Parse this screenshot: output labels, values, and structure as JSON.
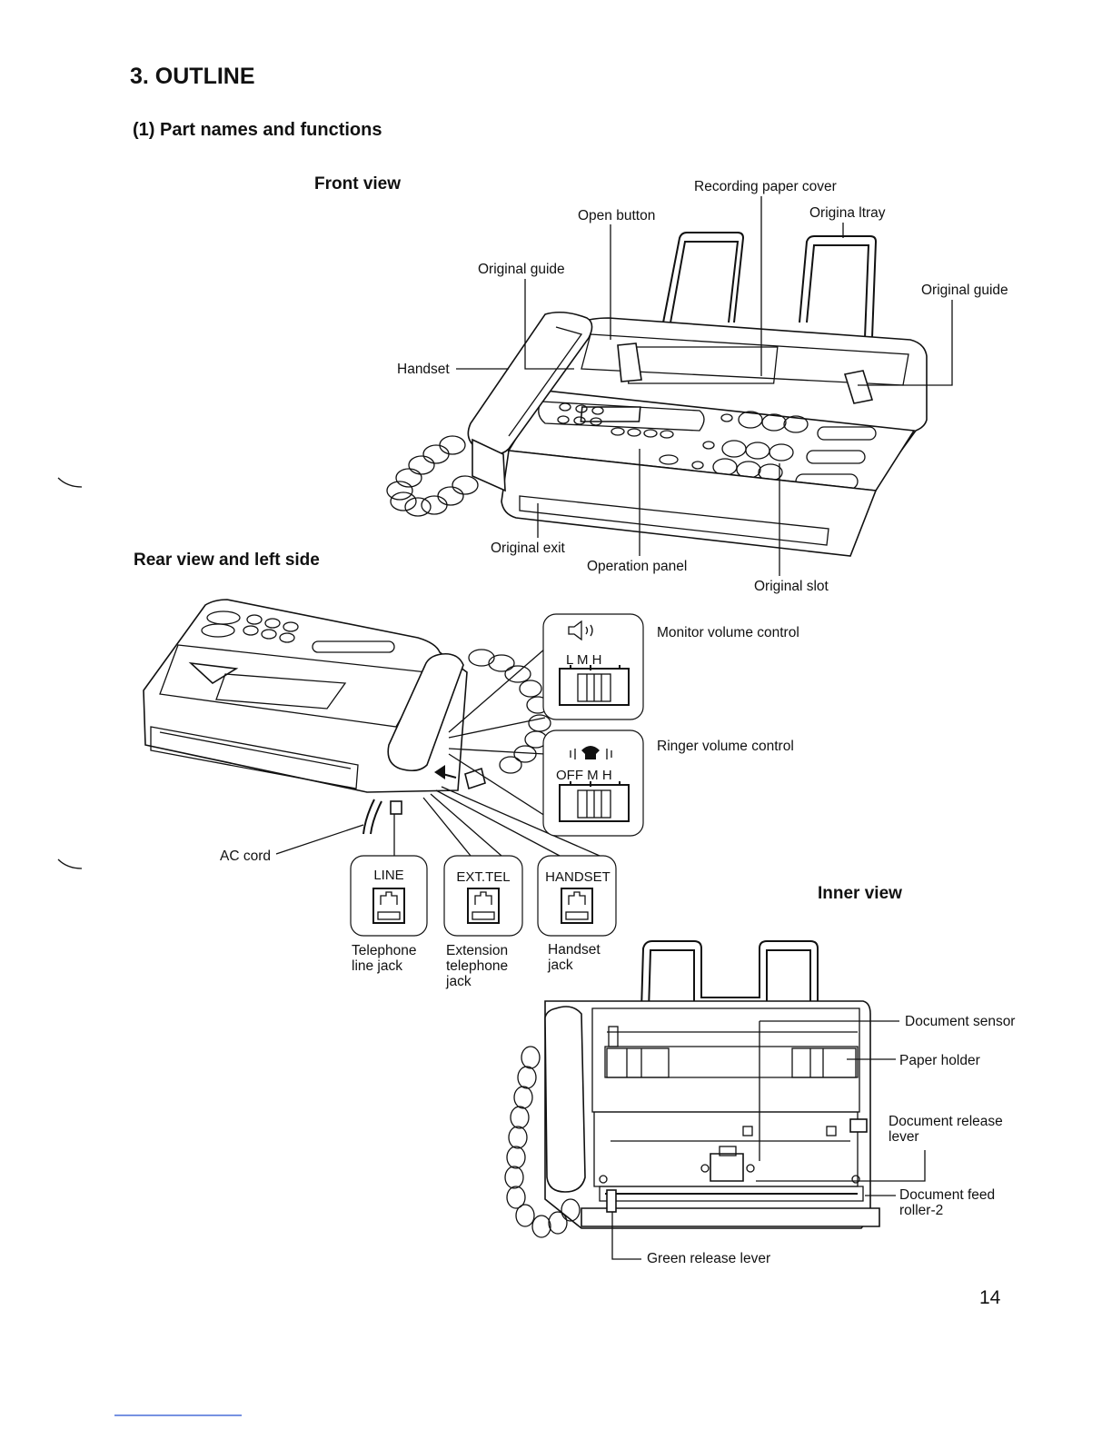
{
  "section_title": "3. OUTLINE",
  "subsection_title": "(1) Part names and functions",
  "front_view": {
    "heading": "Front view",
    "labels": {
      "recording_paper_cover": "Recording paper cover",
      "open_button": "Open button",
      "original_tray": "Origina ltray",
      "original_guide_left": "Original guide",
      "original_guide_right": "Original guide",
      "handset": "Handset",
      "original_exit": "Original exit",
      "operation_panel": "Operation panel",
      "original_slot": "Original slot"
    }
  },
  "rear_view": {
    "heading": "Rear view and left side",
    "monitor_volume_label": "Monitor volume control",
    "ringer_volume_label": "Ringer volume control",
    "monitor_switch_marks": "L M H",
    "ringer_switch_marks": "OFF M H",
    "ac_cord": "AC cord",
    "jacks": [
      {
        "tag": "LINE",
        "caption": "Telephone line jack"
      },
      {
        "tag": "EXT.TEL",
        "caption": "Extension telephone jack"
      },
      {
        "tag": "HANDSET",
        "caption": "Handset jack"
      }
    ]
  },
  "inner_view": {
    "heading": "Inner view",
    "labels": {
      "document_sensor": "Document sensor",
      "paper_holder": "Paper holder",
      "document_release_lever": "Document release lever",
      "document_feed_roller": "Document feed roller-2",
      "green_release_lever": "Green release lever"
    }
  },
  "page_number": "14"
}
